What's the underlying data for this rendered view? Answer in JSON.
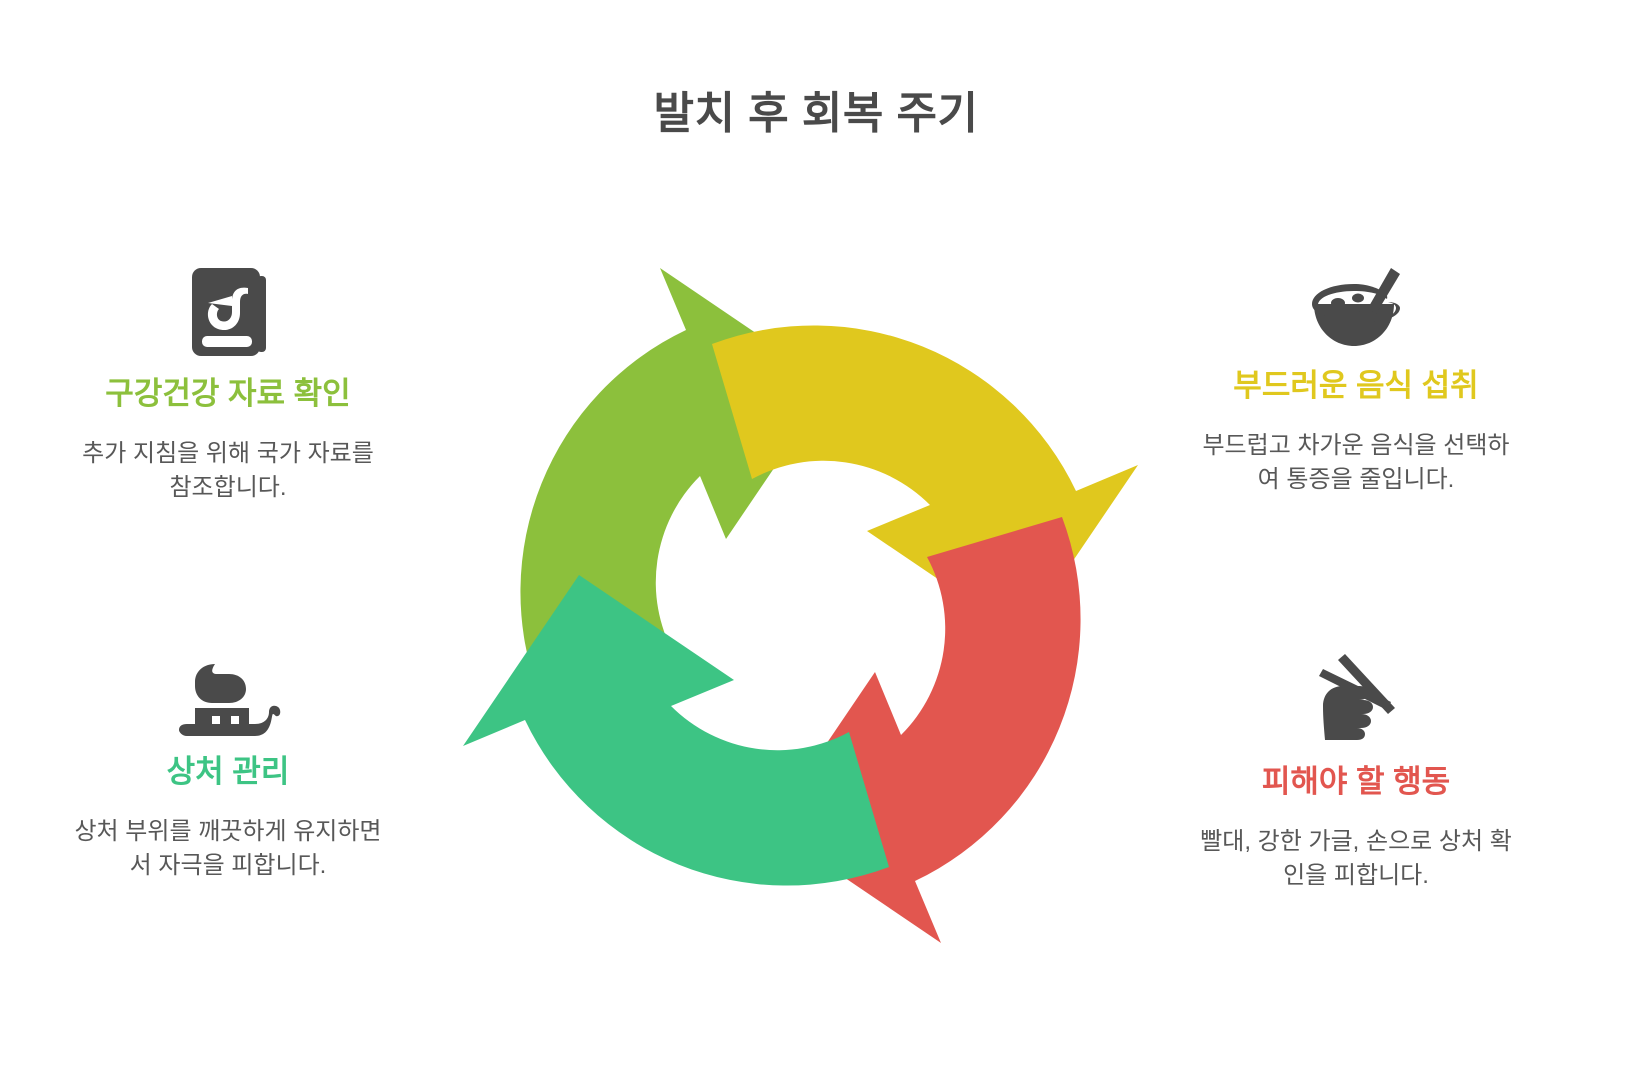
{
  "title": "발치 후 회복 주기",
  "colors": {
    "olive_green": "#8CC03C",
    "teal_green": "#3DC484",
    "yellow": "#E0C81E",
    "red": "#E2564F",
    "icon_dark": "#4a4a4a",
    "title_text": "#4a4a4a",
    "body_text": "#585858",
    "background": "#ffffff"
  },
  "chart_data": {
    "type": "pie",
    "title": "발치 후 회복 주기",
    "legend_position": "sides",
    "categories": [
      "구강건강 자료 확인",
      "부드러운 음식 섭취",
      "피해야 할 행동",
      "상처 관리"
    ],
    "values": [
      25,
      25,
      25,
      25
    ],
    "segment_colors": [
      "#8CC03C",
      "#E0C81E",
      "#E2564F",
      "#3DC484"
    ],
    "segment_positions": [
      "top-left",
      "top-right",
      "bottom-right",
      "bottom-left"
    ],
    "notes": "4단계 순환 화살표 다이어그램 (시계 방향)"
  },
  "callouts": [
    {
      "id": "oral-health-resources",
      "position": "left-top",
      "icon": "book-tooth-icon",
      "title": "구강건강 자료 확인",
      "description": "추가 지침을 위해 국가 자료를 참조합니다.",
      "color": "#8CC03C"
    },
    {
      "id": "wound-care",
      "position": "left-bottom",
      "icon": "toothbrush-icon",
      "title": "상처 관리",
      "description": "상처 부위를 깨끗하게 유지하면서 자극을 피합니다.",
      "color": "#3DC484"
    },
    {
      "id": "soft-food-intake",
      "position": "right-top",
      "icon": "bowl-spoon-icon",
      "title": "부드러운 음식 섭취",
      "description": "부드럽고 차가운 음식을 선택하여 통증을 줄입니다.",
      "color": "#E0C81E"
    },
    {
      "id": "behaviors-to-avoid",
      "position": "right-bottom",
      "icon": "hand-chopsticks-icon",
      "title": "피해야 할 행동",
      "description": "빨대, 강한 가글, 손으로 상처 확인을 피합니다.",
      "color": "#E2564F"
    }
  ]
}
